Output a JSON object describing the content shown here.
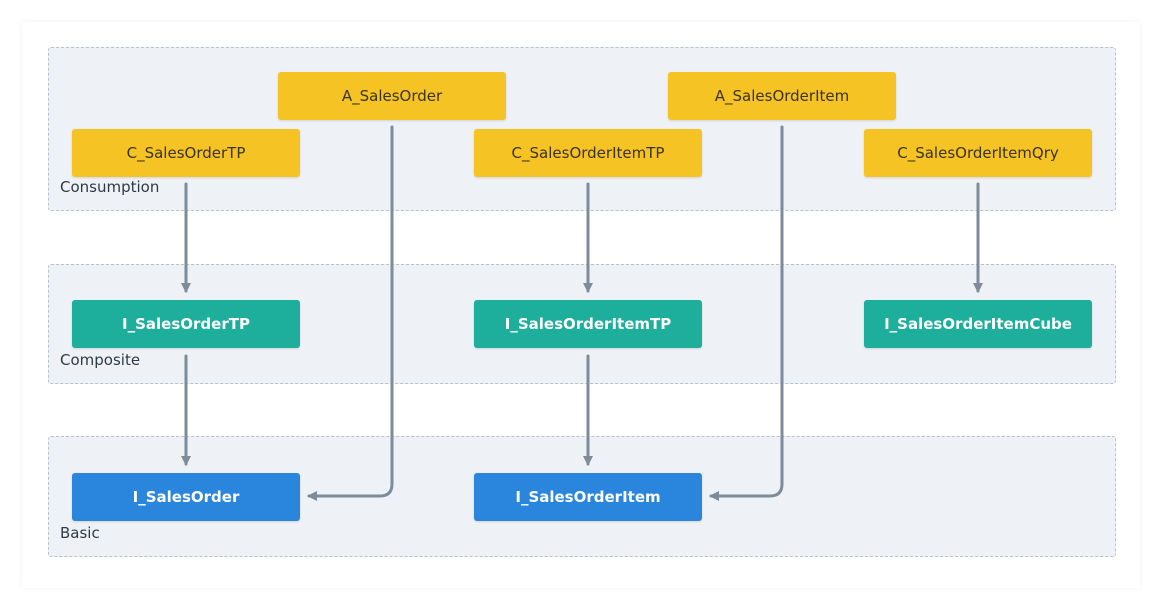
{
  "layers": {
    "consumption": "Consumption",
    "composite": "Composite",
    "basic": "Basic"
  },
  "nodes": {
    "a_salesorder": "A_SalesOrder",
    "a_salesorderitem": "A_SalesOrderItem",
    "c_salesordertp": "C_SalesOrderTP",
    "c_salesorderitemtp": "C_SalesOrderItemTP",
    "c_salesorderitemqry": "C_SalesOrderItemQry",
    "i_salesordertp": "I_SalesOrderTP",
    "i_salesorderitemtp": "I_SalesOrderItemTP",
    "i_salesorderitemcube": "I_SalesOrderItemCube",
    "i_salesorder": "I_SalesOrder",
    "i_salesorderitem": "I_SalesOrderItem"
  },
  "colors": {
    "consumption": "#f6c324",
    "composite": "#1dae9c",
    "basic": "#2a86dc",
    "edge": "#7d8b9a"
  }
}
